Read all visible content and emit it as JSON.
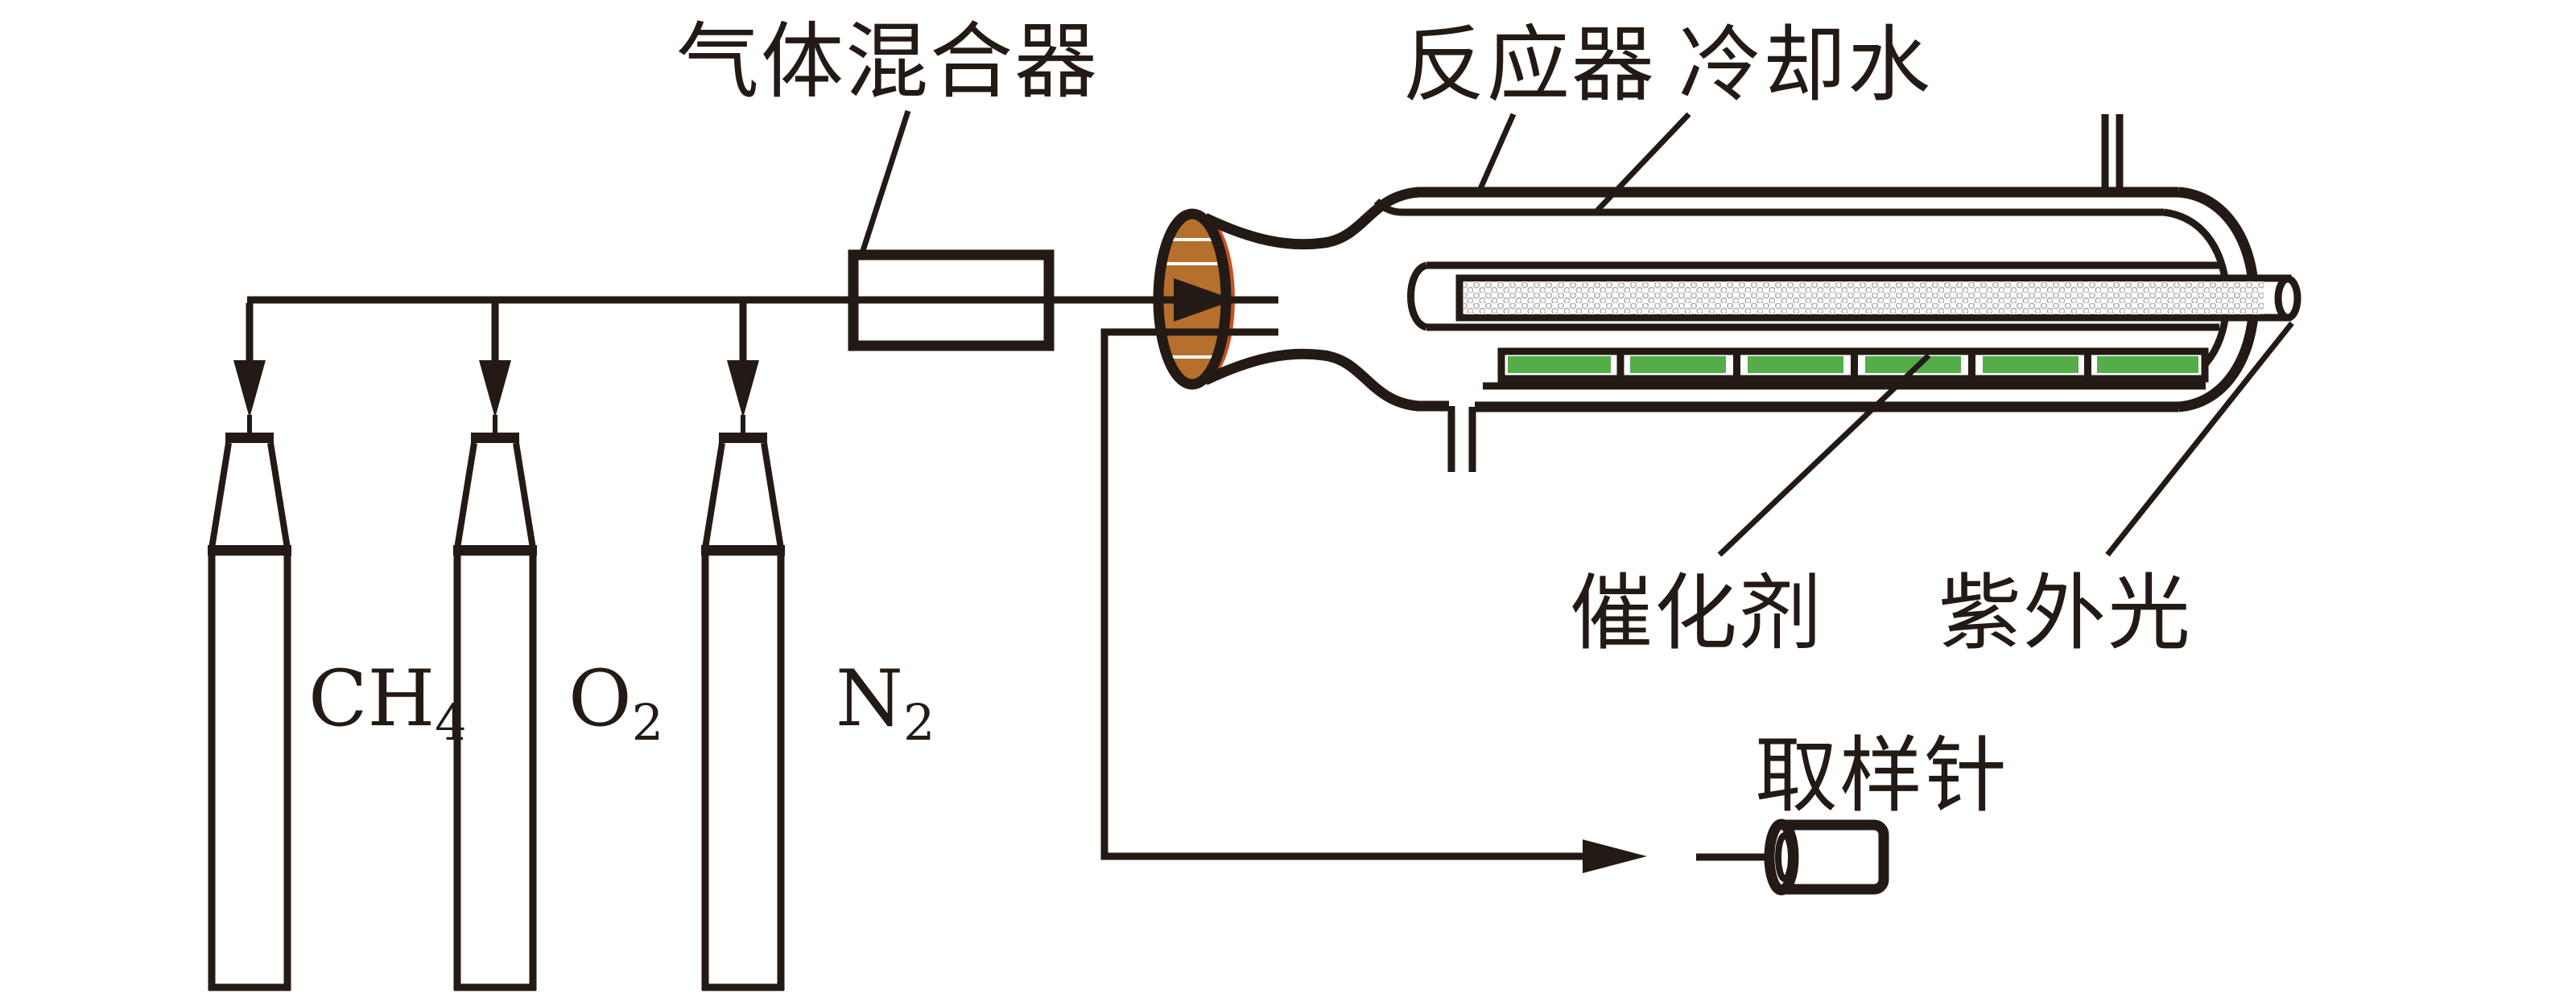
{
  "labels": {
    "gas_mixer": "气体混合器",
    "reactor": "反应器",
    "cooling_water": "冷却水",
    "catalyst": "催化剂",
    "uv_light": "紫外光",
    "sampling_needle": "取样针"
  },
  "cylinders": [
    {
      "main": "CH",
      "sub": "4"
    },
    {
      "main": "O",
      "sub": "2"
    },
    {
      "main": "N",
      "sub": "2"
    }
  ],
  "catalyst": {
    "segment_count": 6
  },
  "colors": {
    "line": "#241a15",
    "stopper": "#b5702d",
    "stopper_rim": "#c8511f",
    "catalyst_green": "#54ad49",
    "lamp_hatch": "#b9b3ae",
    "background": "#ffffff"
  }
}
